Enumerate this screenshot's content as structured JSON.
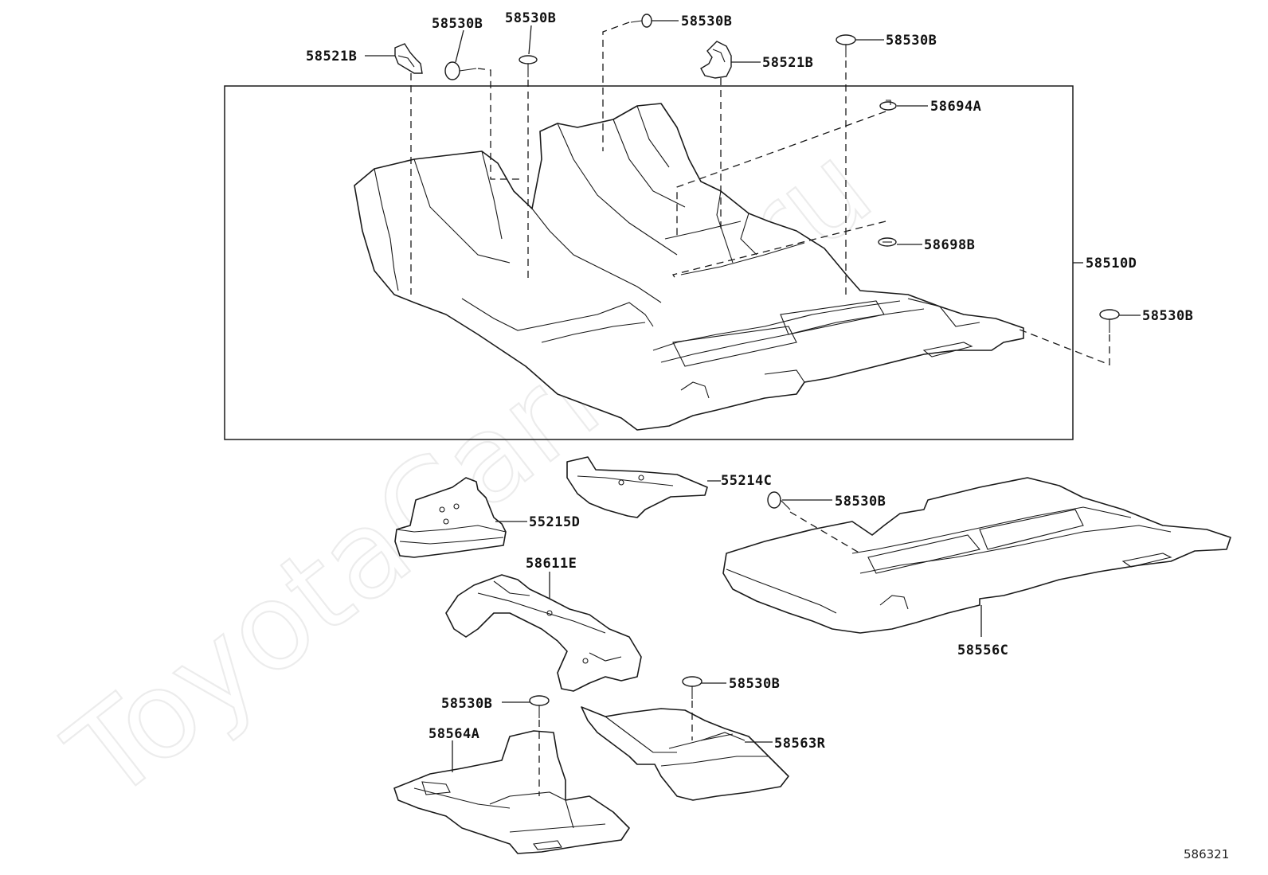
{
  "watermark": "ToyotaCarline.ru",
  "diagram_ref": "586321",
  "callouts": {
    "c_58521B_left": "58521B",
    "c_58530B_a": "58530B",
    "c_58530B_b": "58530B",
    "c_58530B_c": "58530B",
    "c_58521B_right": "58521B",
    "c_58530B_d": "58530B",
    "c_58694A": "58694A",
    "c_58698B": "58698B",
    "c_58510D": "58510D",
    "c_58530B_e": "58530B",
    "c_55214C": "55214C",
    "c_55215D": "55215D",
    "c_58530B_f": "58530B",
    "c_58611E": "58611E",
    "c_58556C": "58556C",
    "c_58530B_g": "58530B",
    "c_58530B_h": "58530B",
    "c_58564A": "58564A",
    "c_58563R": "58563R"
  }
}
